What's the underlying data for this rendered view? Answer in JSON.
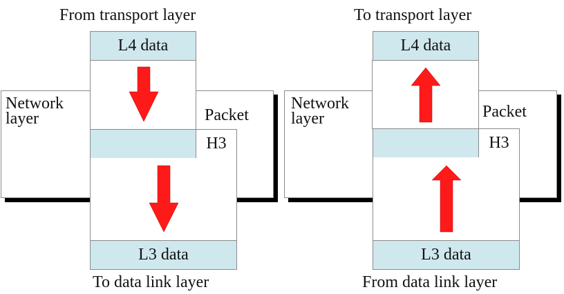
{
  "diagram": {
    "left": {
      "top_label": "From transport layer",
      "bottom_label": "To data link layer",
      "layer_label_line1": "Network",
      "layer_label_line2": "layer",
      "packet_label": "Packet",
      "l4_label": "L4 data",
      "header_label": "H3",
      "l3_label": "L3 data",
      "direction": "down"
    },
    "right": {
      "top_label": "To transport layer",
      "bottom_label": "From data link layer",
      "layer_label_line1": "Network",
      "layer_label_line2": "layer",
      "packet_label": "Packet",
      "l4_label": "L4 data",
      "header_label": "H3",
      "l3_label": "L3 data",
      "direction": "up"
    },
    "colors": {
      "data_fill": "#cfe8ee",
      "arrow_fill": "#ff1a1a",
      "shadow": "#000000"
    }
  }
}
